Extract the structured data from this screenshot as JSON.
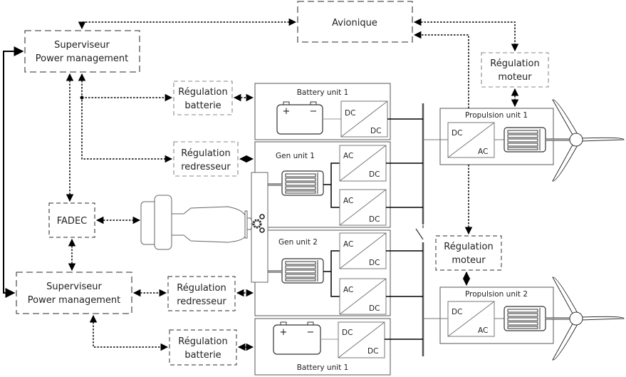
{
  "diagram": {
    "supervisor_top": {
      "line1": "Superviseur",
      "line2": "Power management"
    },
    "supervisor_bottom": {
      "line1": "Superviseur",
      "line2": "Power management"
    },
    "avionique": "Avionique",
    "fadec": "FADEC",
    "reg_batterie_top": {
      "line1": "Régulation",
      "line2": "batterie"
    },
    "reg_redresseur_top": {
      "line1": "Régulation",
      "line2": "redresseur"
    },
    "reg_redresseur_bottom": {
      "line1": "Régulation",
      "line2": "redresseur"
    },
    "reg_batterie_bottom": {
      "line1": "Régulation",
      "line2": "batterie"
    },
    "reg_moteur_top": {
      "line1": "Régulation",
      "line2": "moteur"
    },
    "reg_moteur_bottom": {
      "line1": "Régulation",
      "line2": "moteur"
    },
    "battery_unit_top": {
      "title": "Battery unit 1",
      "conv_in": "DC",
      "conv_out": "DC",
      "plus": "+",
      "minus": "−"
    },
    "gen_unit_1": {
      "title": "Gen unit 1",
      "conv1_in": "AC",
      "conv1_out": "DC",
      "conv2_in": "AC",
      "conv2_out": "DC"
    },
    "gen_unit_2": {
      "title": "Gen unit 2",
      "conv1_in": "AC",
      "conv1_out": "DC",
      "conv2_in": "AC",
      "conv2_out": "DC"
    },
    "battery_unit_bottom": {
      "title": "Battery unit 1",
      "conv_in": "DC",
      "conv_out": "DC",
      "plus": "+",
      "minus": "−"
    },
    "propulsion_unit_1": {
      "title": "Propulsion unit 1",
      "conv_in": "DC",
      "conv_out": "AC"
    },
    "propulsion_unit_2": {
      "title": "Propulsion unit 2",
      "conv_in": "DC",
      "conv_out": "AC"
    }
  }
}
